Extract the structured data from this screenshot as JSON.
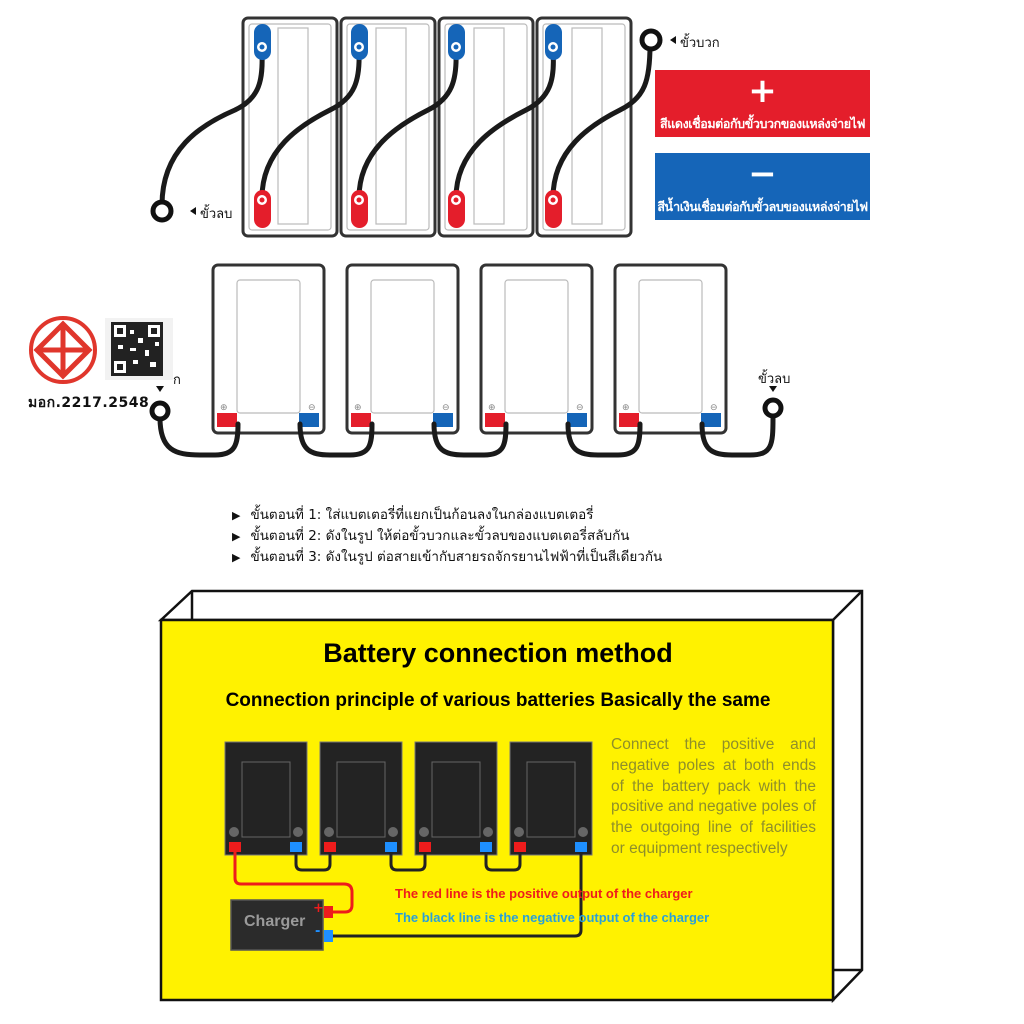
{
  "top_diagram": {
    "battery_count": 4,
    "positive_terminal_label": "ขั้วบวก",
    "negative_terminal_label": "ขั้วลบ",
    "legend": [
      {
        "symbol": "+",
        "text": "สีแดงเชื่อมต่อกับขั้วบวกของแหล่งจ่ายไฟ",
        "color": "#e41e2b"
      },
      {
        "symbol": "−",
        "text": "สีน้ำเงินเชื่อมต่อกับขั้วลบของแหล่งจ่ายไฟ",
        "color": "#1565b8"
      }
    ]
  },
  "middle_diagram": {
    "battery_count": 4,
    "left_terminal_label": "ก",
    "right_terminal_label": "ขั้วลบ",
    "positive_symbol": "⊕",
    "negative_symbol": "⊖"
  },
  "certification": {
    "standard_text": "มอก.2217.2548",
    "logo": "tis-logo",
    "qr": "qr-code"
  },
  "steps": [
    "ขั้นตอนที่ 1: ใส่แบตเตอรี่ที่แยกเป็นก้อนลงในกล่องแบตเตอรี่",
    "ขั้นตอนที่ 2: ดังในรูป ให้ต่อขั้วบวกและขั้วลบของแบตเตอรี่สลับกัน",
    "ขั้นตอนที่ 3: ดังในรูป ต่อสายเข้ากับสายรถจักรยานไฟฟ้าที่เป็นสีเดียวกัน"
  ],
  "bottom_panel": {
    "title": "Battery connection method",
    "subtitle": "Connection principle of various batteries Basically the same",
    "description": "Connect the positive and negative poles at both ends of the battery pack with the positive and negative poles of the outgoing line of facilities or equipment respectively",
    "red_line_note": "The red line is the positive output of the charger",
    "black_line_note": "The black line is the negative output of the charger",
    "charger_label": "Charger",
    "charger_plus": "+",
    "charger_minus": "-",
    "battery_count": 4,
    "colors": {
      "panel": "#fff200",
      "positive": "#ee1c1c",
      "negative": "#1e8fff",
      "battery": "#232323"
    }
  }
}
